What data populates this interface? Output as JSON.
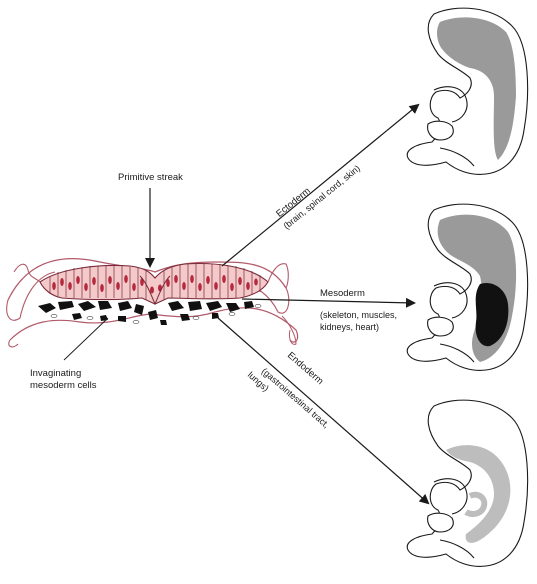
{
  "labels": {
    "primitive_streak": "Primitive streak",
    "invaginating_line1": "Invaginating",
    "invaginating_line2": "mesoderm cells",
    "ectoderm": "Ectoderm",
    "ectoderm_detail": "(brain, spinal cord, skin)",
    "mesoderm": "Mesoderm",
    "mesoderm_detail_line1": "(skeleton, muscles,",
    "mesoderm_detail_line2": "kidneys, heart)",
    "endoderm": "Endoderm",
    "endoderm_detail_line1": "(gastrointestinal tract,",
    "endoderm_detail_line2": "lungs)"
  },
  "colors": {
    "ink": "#1a1a1a",
    "ectoderm_fill": "#f3c9c9",
    "nucleus": "#b5283e",
    "mesoderm_cells": "#111111",
    "embryo_gray": "#9a9a9a",
    "embryo_light_gray": "#bdbdbd",
    "embryo_black": "#111111"
  },
  "icons": {
    "disc": "gastrulating-embryonic-disc",
    "embryo_ectoderm": "embryo-ectoderm-highlight",
    "embryo_mesoderm": "embryo-mesoderm-highlight",
    "embryo_endoderm": "embryo-endoderm-highlight"
  }
}
